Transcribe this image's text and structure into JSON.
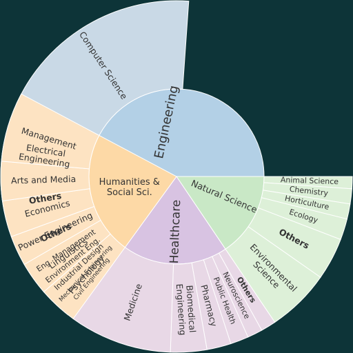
{
  "colors": {
    "background": "#0d3438",
    "segment_border": "#ffffff",
    "text": "#333333"
  },
  "chart_data": {
    "type": "sunburst",
    "title": "",
    "categories": [
      {
        "name": "Engineering",
        "inner_color": "#b3d0e6",
        "outer_color": "#c9d9e6",
        "start_deg": -142,
        "end_deg": 90,
        "children": [
          {
            "name": "Civil Engineering",
            "span_deg": 3.5,
            "bold": false,
            "small": true
          },
          {
            "name": "Mechanical Engineering",
            "span_deg": 3.5,
            "bold": false,
            "small": true
          },
          {
            "name": "Industrial Design",
            "span_deg": 4,
            "bold": false
          },
          {
            "name": "Environment Eng.",
            "span_deg": 4,
            "bold": false
          },
          {
            "name": "Eng. Management",
            "span_deg": 6,
            "bold": false
          },
          {
            "name": "Power Engineering",
            "span_deg": 13,
            "bold": false
          },
          {
            "name": "Others",
            "span_deg": 17,
            "bold": true
          },
          {
            "name": "Electrical|Engineering",
            "span_deg": 20,
            "bold": false
          },
          {
            "name": "Computer Science",
            "span_deg": 75,
            "bold": false
          }
        ]
      },
      {
        "name": "Natural Science",
        "inner_color": "#c9e8c6",
        "outer_color": "#ddf0d8",
        "start_deg": 90,
        "end_deg": 146,
        "children": [
          {
            "name": "Animal Science",
            "span_deg": 4,
            "bold": false
          },
          {
            "name": "Chemistry",
            "span_deg": 5,
            "bold": false
          },
          {
            "name": "Horticulture",
            "span_deg": 5,
            "bold": false
          },
          {
            "name": "Ecology",
            "span_deg": 7,
            "bold": false
          },
          {
            "name": "Others",
            "span_deg": 14,
            "bold": true
          },
          {
            "name": "Environmental|Science",
            "span_deg": 21,
            "bold": false
          }
        ]
      },
      {
        "name": "Healthcare",
        "inner_color": "#d8c3e2",
        "outer_color": "#e8d8e6",
        "start_deg": 146,
        "end_deg": 216,
        "children": [
          {
            "name": "Others",
            "span_deg": 5,
            "bold": true
          },
          {
            "name": "Neuroscience",
            "span_deg": 5,
            "bold": false
          },
          {
            "name": "Public Health",
            "span_deg": 6,
            "bold": false
          },
          {
            "name": "Pharmacy",
            "span_deg": 8,
            "bold": false
          },
          {
            "name": "Biomedical|Engineering",
            "span_deg": 12,
            "bold": false
          },
          {
            "name": "Medicine",
            "span_deg": 34,
            "bold": false
          }
        ]
      },
      {
        "name": "Humanities &|Social Sci.",
        "inner_color": "#fdd9a6",
        "outer_color": "#fde3c2",
        "start_deg": 216,
        "end_deg": 298,
        "children": [
          {
            "name": "Psychology",
            "span_deg": 13,
            "bold": false
          },
          {
            "name": "Linguistics",
            "span_deg": 11,
            "bold": false
          },
          {
            "name": "Others",
            "span_deg": 10,
            "bold": true
          },
          {
            "name": "Economics",
            "span_deg": 12,
            "bold": false
          },
          {
            "name": "Arts and Media",
            "span_deg": 13,
            "bold": false
          },
          {
            "name": "Management",
            "span_deg": 23,
            "bold": false
          }
        ]
      }
    ]
  }
}
